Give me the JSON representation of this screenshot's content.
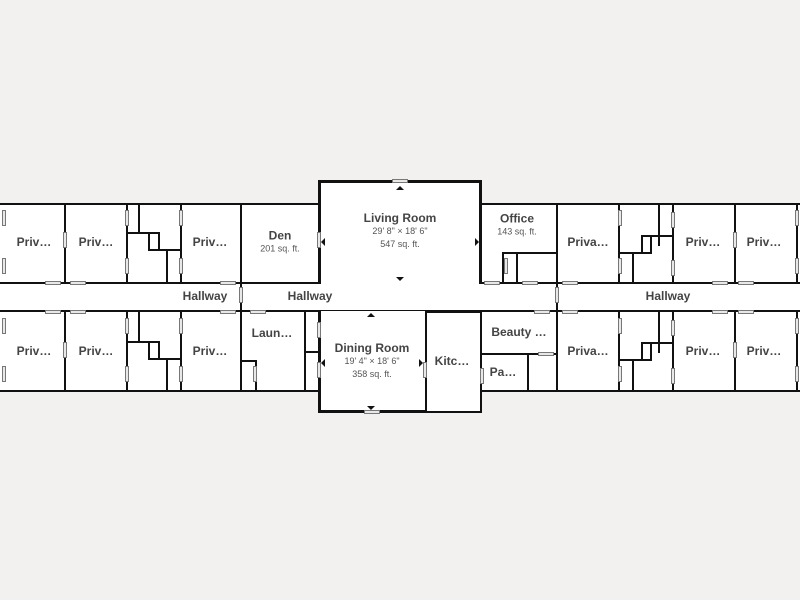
{
  "plan": {
    "living_room": {
      "name": "Living Room",
      "dims": "29' 8\" × 18' 6\"",
      "area": "547 sq. ft."
    },
    "dining_room": {
      "name": "Dining Room",
      "dims": "19' 4\" × 18' 6\"",
      "area": "358 sq. ft."
    },
    "den": {
      "name": "Den",
      "area": "201 sq. ft."
    },
    "office": {
      "name": "Office",
      "area": "143 sq. ft."
    },
    "laundry": {
      "name": "Laun…"
    },
    "kitchen": {
      "name": "Kitc…"
    },
    "beauty": {
      "name": "Beauty …"
    },
    "pantry": {
      "name": "Pa…"
    },
    "hallways": [
      "Hallway",
      "Hallway",
      "Hallway"
    ],
    "private_rooms": {
      "top_left": [
        "Priv…",
        "Priv…",
        "Priv…"
      ],
      "bottom_left": [
        "Priv…",
        "Priv…",
        "Priv…"
      ],
      "top_right": [
        "Priva…",
        "Priv…",
        "Priv…"
      ],
      "bottom_right": [
        "Priva…",
        "Priv…",
        "Priv…"
      ]
    }
  }
}
